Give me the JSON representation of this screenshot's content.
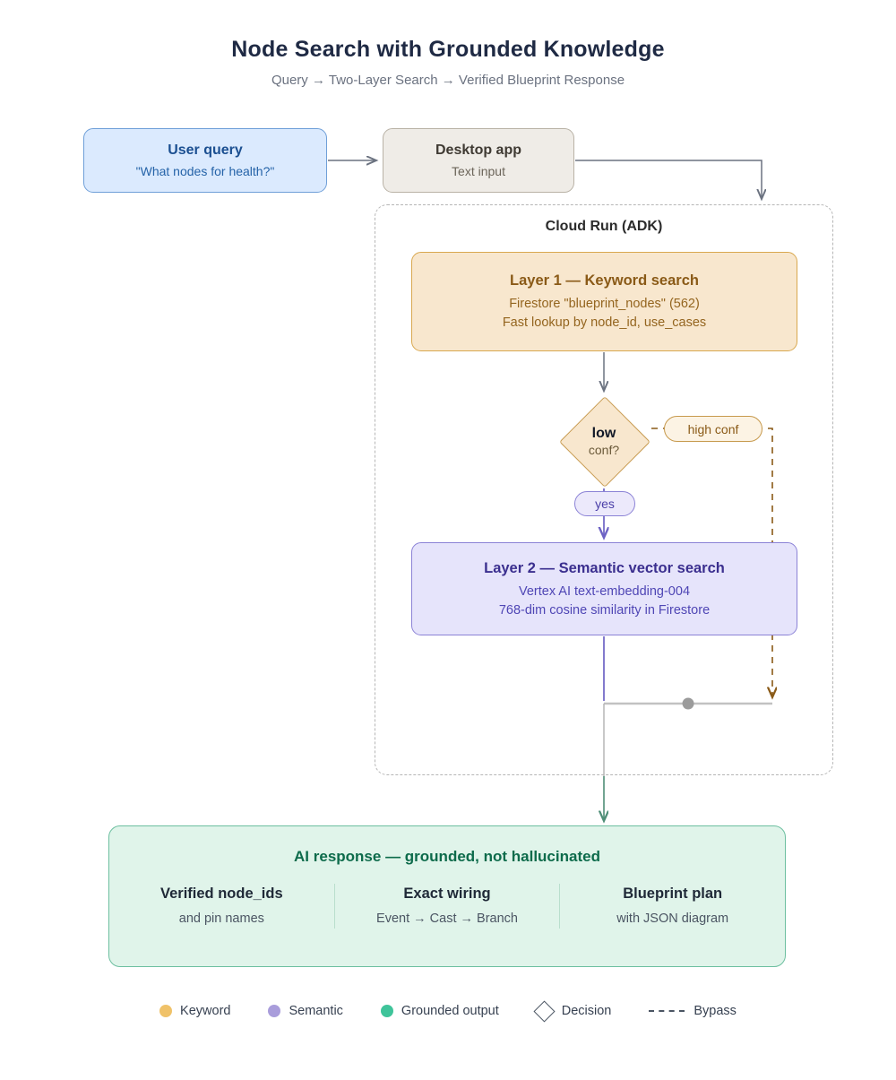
{
  "header": {
    "title": "Node Search with Grounded Knowledge",
    "subtitle": "Query → Two-Layer Search → Verified Blueprint Response"
  },
  "nodes": {
    "user_query": {
      "title": "User query",
      "subtitle": "\"What nodes for health?\""
    },
    "desktop_app": {
      "title": "Desktop app",
      "subtitle": "Text input"
    },
    "cloud_run": {
      "title": "Cloud Run (ADK)"
    },
    "layer1": {
      "title": "Layer 1 — Keyword search",
      "line1": "Firestore \"blueprint_nodes\" (562)",
      "line2": "Fast lookup by node_id, use_cases"
    },
    "decision": {
      "line1": "low",
      "line2": "conf?"
    },
    "layer2": {
      "title": "Layer 2 — Semantic vector search",
      "line1": "Vertex AI text-embedding-004",
      "line2": "768-dim cosine similarity in Firestore"
    },
    "output": {
      "title": "AI response — grounded, not hallucinated",
      "columns": [
        {
          "title": "Verified node_ids",
          "subtitle": "and pin names"
        },
        {
          "title": "Exact wiring",
          "subtitle": "Event → Cast → Branch"
        },
        {
          "title": "Blueprint plan",
          "subtitle": "with JSON diagram"
        }
      ]
    }
  },
  "edges": {
    "high_conf_label": "high conf",
    "yes_label": "yes"
  },
  "legend": {
    "items": [
      {
        "label": "Keyword",
        "marker": "dot",
        "color": "#f0c269"
      },
      {
        "label": "Semantic",
        "marker": "dot",
        "color": "#a99ddb"
      },
      {
        "label": "Grounded output",
        "marker": "dot",
        "color": "#3fc49a"
      },
      {
        "label": "Decision",
        "marker": "diamond-outline-icon",
        "color": "#4b5563"
      },
      {
        "label": "Bypass",
        "marker": "dashed-line-icon",
        "color": "#4b5563"
      }
    ]
  },
  "colors": {
    "keyword": "#f0c269",
    "semantic": "#a99ddb",
    "grounded": "#3fc49a",
    "decision_stroke": "#c79a4e",
    "bypass_stroke": "#8a5a17",
    "flow_stroke": "#6b7280",
    "container_stroke": "#b6b6b6"
  }
}
